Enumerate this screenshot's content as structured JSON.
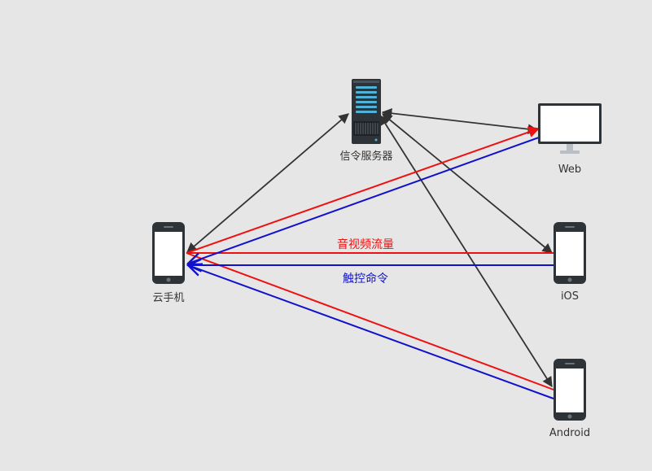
{
  "colors": {
    "background": "#e6e6e6",
    "signaling": "#333333",
    "media": "#ee1111",
    "touch": "#1111cc",
    "device_body": "#2e3338",
    "device_screen": "#ffffff"
  },
  "nodes": {
    "server": {
      "label": "信令服务器",
      "icon": "server-icon"
    },
    "cloud_phone": {
      "label": "云手机",
      "icon": "phone-icon"
    },
    "web": {
      "label": "Web",
      "icon": "monitor-icon"
    },
    "ios": {
      "label": "iOS",
      "icon": "phone-icon"
    },
    "android": {
      "label": "Android",
      "icon": "phone-icon"
    }
  },
  "edges": [
    {
      "from": "server",
      "to": "cloud_phone",
      "kind": "signaling",
      "direction": "both"
    },
    {
      "from": "server",
      "to": "web",
      "kind": "signaling",
      "direction": "both"
    },
    {
      "from": "server",
      "to": "ios",
      "kind": "signaling",
      "direction": "both"
    },
    {
      "from": "server",
      "to": "android",
      "kind": "signaling",
      "direction": "both"
    },
    {
      "from": "cloud_phone",
      "to": "web",
      "kind": "media",
      "direction": "forward"
    },
    {
      "from": "cloud_phone",
      "to": "ios",
      "kind": "media",
      "direction": "forward"
    },
    {
      "from": "cloud_phone",
      "to": "android",
      "kind": "media",
      "direction": "forward"
    },
    {
      "from": "web",
      "to": "cloud_phone",
      "kind": "touch",
      "direction": "forward"
    },
    {
      "from": "ios",
      "to": "cloud_phone",
      "kind": "touch",
      "direction": "forward"
    },
    {
      "from": "android",
      "to": "cloud_phone",
      "kind": "touch",
      "direction": "forward"
    }
  ],
  "edge_labels": {
    "media": "音视频流量",
    "touch": "触控命令"
  }
}
